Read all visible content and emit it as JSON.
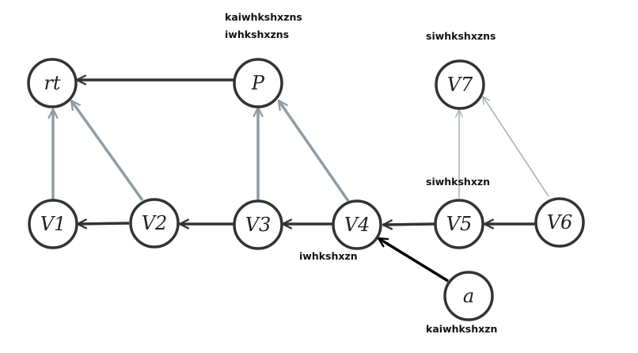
{
  "nodes": {
    "rt": "rt",
    "p": "P",
    "v7": "V7",
    "v1": "V1",
    "v2": "V2",
    "v3": "V3",
    "v4": "V4",
    "v5": "V5",
    "v6": "V6",
    "a": "a"
  },
  "labels": {
    "top_line1": "kaiwhkshxzns",
    "top_line2": "iwhkshxzns",
    "v7_label": "siwhkshxzns",
    "v5_label": "siwhkshxzn",
    "v4_label": "iwhkshxzn",
    "a_label": "kaiwhkshxzn"
  },
  "colors": {
    "dark_edge": "#333333",
    "gray_edge": "#8c9ea4",
    "light_gray_edge": "#a7b4b8",
    "black_edge": "#000000"
  }
}
